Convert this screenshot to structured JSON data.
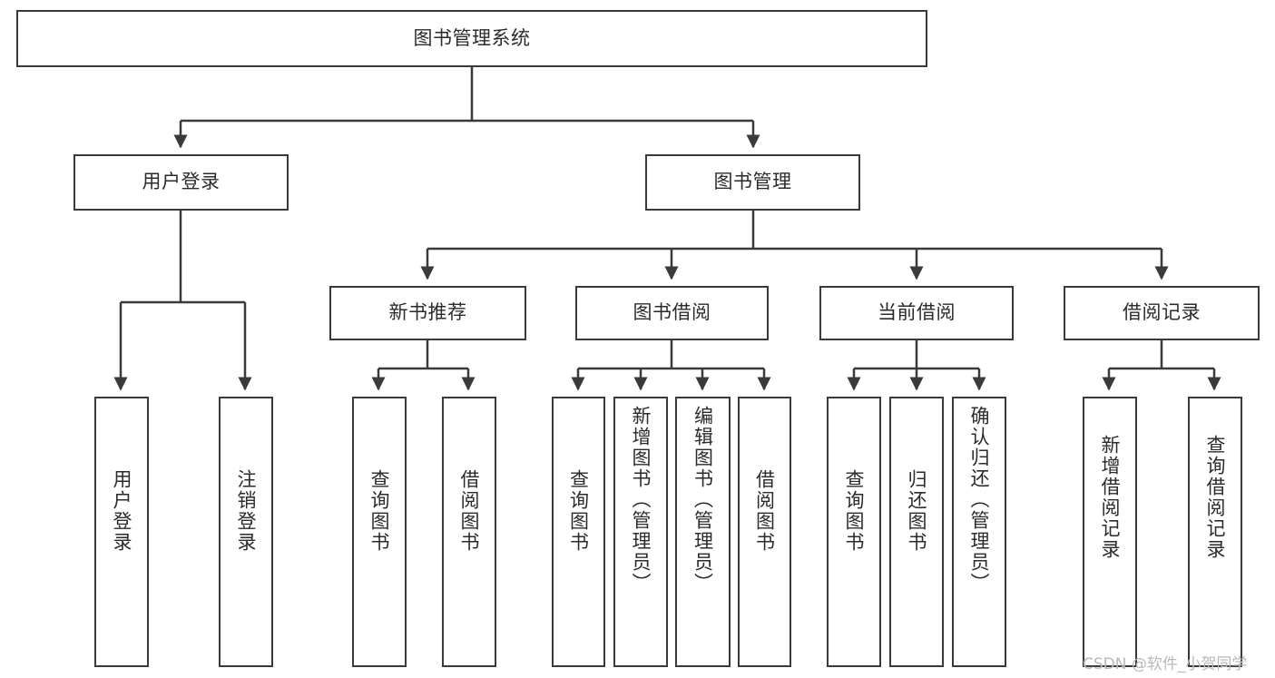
{
  "diagram": {
    "title": "图书管理系统",
    "type": "tree-hierarchy",
    "watermark": "CSDN @软件_小贺同学",
    "edge_color": "#3a3a3a",
    "node_border_color": "#3a3a3a",
    "node_fill_color": "#ffffff",
    "text_color": "#2b2b2b"
  },
  "nodes": {
    "root": {
      "label": "图书管理系统"
    },
    "level2": [
      {
        "id": "user-login",
        "label": "用户登录"
      },
      {
        "id": "book-manage",
        "label": "图书管理"
      }
    ],
    "level3": [
      {
        "id": "new-book-recommend",
        "label": "新书推荐"
      },
      {
        "id": "book-borrow",
        "label": "图书借阅"
      },
      {
        "id": "current-borrow",
        "label": "当前借阅"
      },
      {
        "id": "borrow-record",
        "label": "借阅记录"
      }
    ],
    "leaves": {
      "user_login": [
        {
          "id": "leaf-user-login",
          "label": "用户登录"
        },
        {
          "id": "leaf-logout-login",
          "label": "注销登录"
        }
      ],
      "new_book_recommend": [
        {
          "id": "leaf-query-book-1",
          "label": "查询图书"
        },
        {
          "id": "leaf-borrow-book-1",
          "label": "借阅图书"
        }
      ],
      "book_borrow": [
        {
          "id": "leaf-query-book-2",
          "label": "查询图书"
        },
        {
          "id": "leaf-add-book",
          "label": "新增图书（管理员）"
        },
        {
          "id": "leaf-edit-book",
          "label": "编辑图书（管理员）"
        },
        {
          "id": "leaf-borrow-book-2",
          "label": "借阅图书"
        }
      ],
      "current_borrow": [
        {
          "id": "leaf-query-book-3",
          "label": "查询图书"
        },
        {
          "id": "leaf-return-book",
          "label": "归还图书"
        },
        {
          "id": "leaf-confirm-return",
          "label": "确认归还（管理员）"
        }
      ],
      "borrow_record": [
        {
          "id": "leaf-add-record",
          "label": "新增借阅记录"
        },
        {
          "id": "leaf-query-record",
          "label": "查询借阅记录"
        }
      ]
    }
  }
}
